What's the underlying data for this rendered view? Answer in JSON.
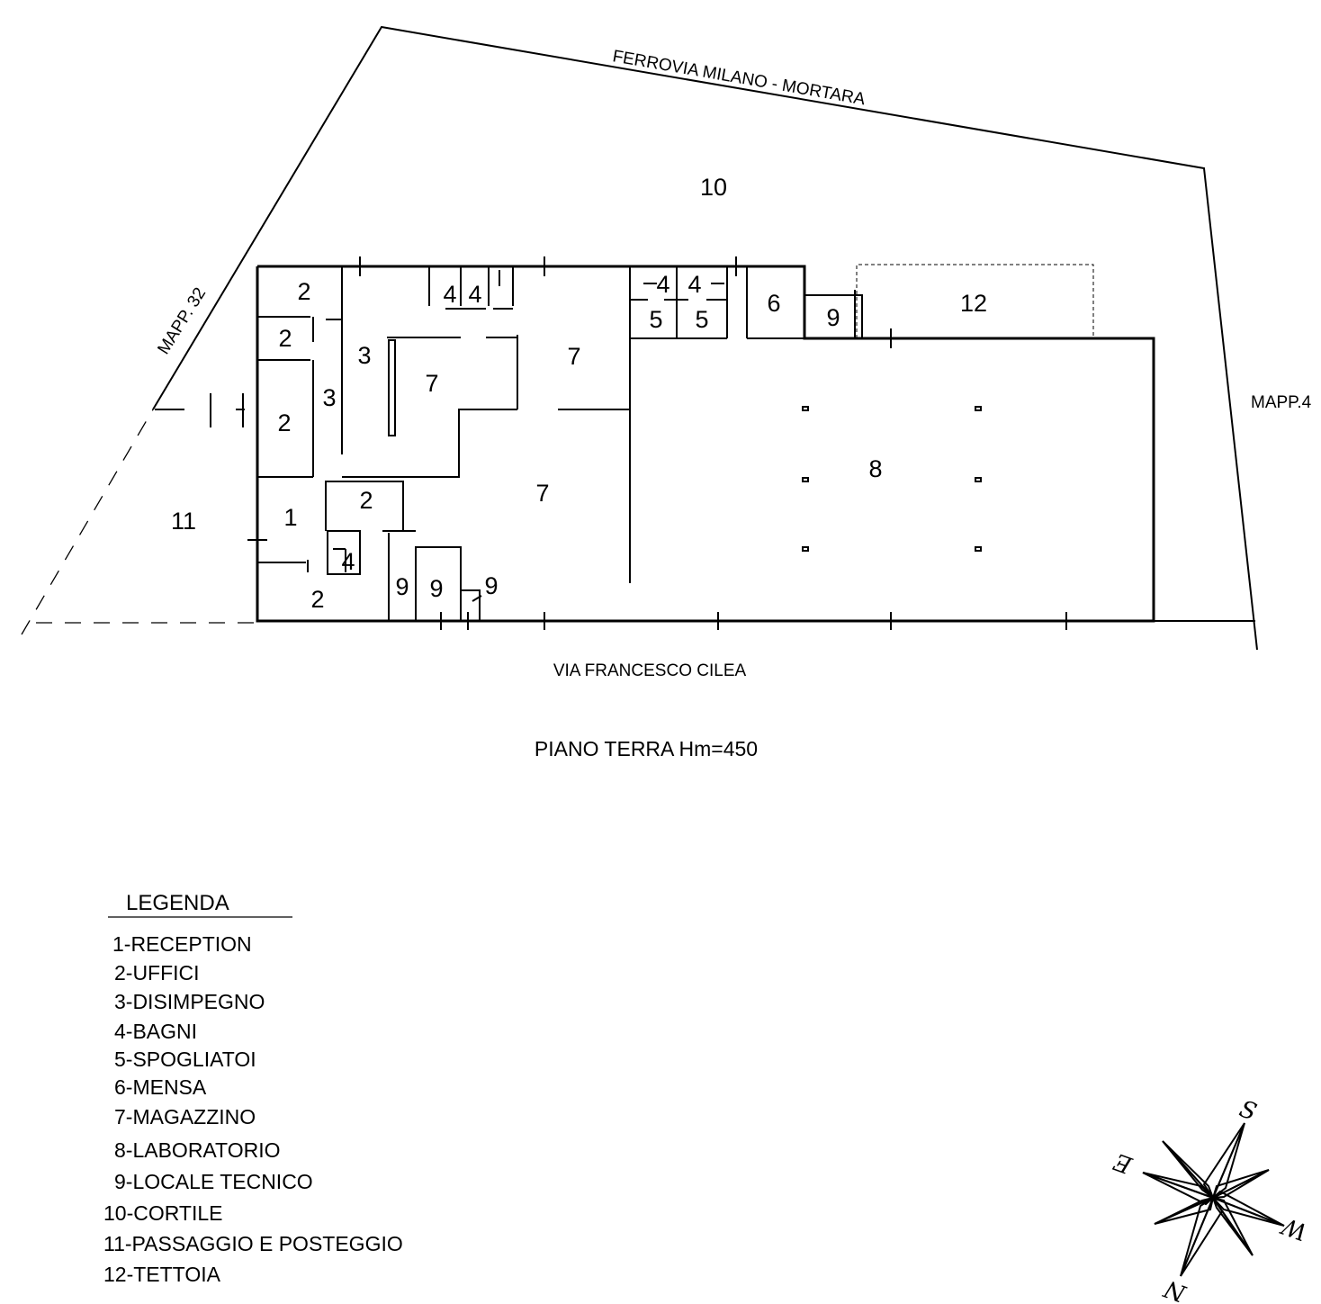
{
  "plan": {
    "title": "PIANO TERRA Hm=450",
    "boundary_labels": {
      "railway": "FERROVIA MILANO - MORTARA",
      "mapp_left": "MAPP. 32",
      "mapp_right": "MAPP.4",
      "street": "VIA FRANCESCO CILEA"
    },
    "room_numbers": {
      "r10": "10",
      "r11": "11",
      "r12": "12",
      "r8": "8",
      "r7a": "7",
      "r7b": "7",
      "r7c": "7",
      "r6": "6",
      "r9a": "9",
      "r9b": "9",
      "r9c": "9",
      "r9d": "9",
      "r5a": "5",
      "r5b": "5",
      "r4a": "4",
      "r4b": "4",
      "r4c": "4",
      "r4d": "4",
      "r4e": "4",
      "r3a": "3",
      "r3b": "3",
      "r2a": "2",
      "r2b": "2",
      "r2c": "2",
      "r2d": "2",
      "r2e": "2",
      "r1": "1"
    }
  },
  "legend": {
    "title": "LEGENDA",
    "items": [
      "1-RECEPTION",
      "2-UFFICI",
      "3-DISIMPEGNO",
      "4-BAGNI",
      "5-SPOGLIATOI",
      "6-MENSA",
      "7-MAGAZZINO",
      "8-LABORATORIO",
      "9-LOCALE TECNICO",
      "10-CORTILE",
      "11-PASSAGGIO E POSTEGGIO",
      "12-TETTOIA"
    ]
  },
  "compass": {
    "north": "N",
    "south": "S",
    "east": "E",
    "west": "W"
  }
}
